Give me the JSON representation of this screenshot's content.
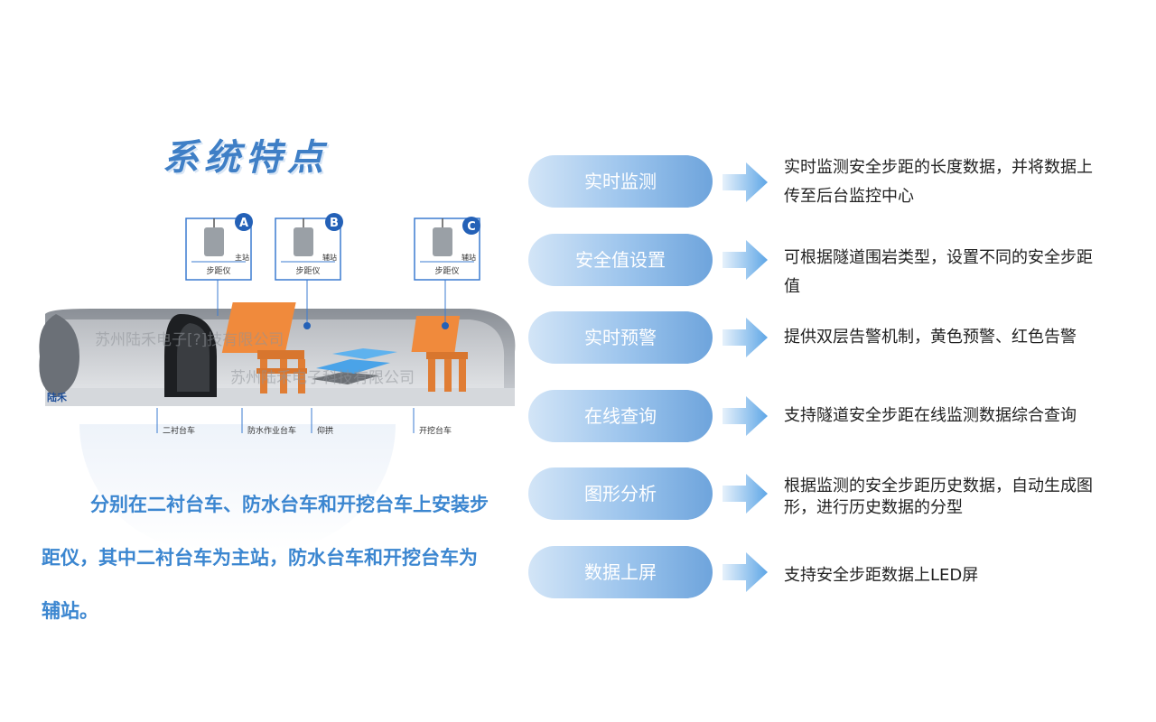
{
  "title": "系统特点",
  "diagram": {
    "devices": [
      {
        "badge": "A",
        "station": "主站",
        "label": "步距仪"
      },
      {
        "badge": "B",
        "station": "辅站",
        "label": "步距仪"
      },
      {
        "badge": "C",
        "station": "辅站",
        "label": "步距仪"
      }
    ],
    "watermark_1": "苏州陆禾电子[?]技有限公司",
    "watermark_2": "苏州陆禾电子科技有限公司",
    "brand": "陆禾",
    "legend": [
      "二衬台车",
      "防水作业台车",
      "仰拱",
      "开挖台车"
    ]
  },
  "description": "分别在二衬台车、防水台车和开挖台车上安装步距仪，其中二衬台车为主站，防水台车和开挖台车为辅站。",
  "features": [
    {
      "name": "实时监测",
      "text": "实时监测安全步距的长度数据，并将数据上传至后台监控中心"
    },
    {
      "name": "安全值设置",
      "text": "可根据隧道围岩类型，设置不同的安全步距值"
    },
    {
      "name": "实时预警",
      "text": "提供双层告警机制，黄色预警、红色告警"
    },
    {
      "name": "在线查询",
      "text": "支持隧道安全步距在线监测数据综合查询"
    },
    {
      "name": "图形分析",
      "text": "根据监测的安全步距历史数据，自动生成图形，进行历史数据的分型"
    },
    {
      "name": "数据上屏",
      "text": "支持安全步距数据上LED屏"
    }
  ],
  "colors": {
    "accent": "#3b86d0",
    "pill": "#6ea4dc",
    "orange": "#f08a3c"
  }
}
